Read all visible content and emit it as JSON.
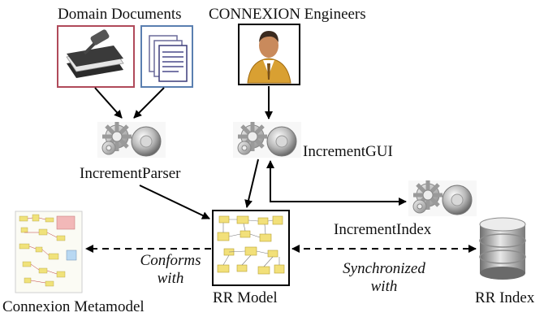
{
  "labels": {
    "domain_documents": "Domain Documents",
    "connexion_engineers": "CONNEXION Engineers",
    "increment_parser": "IncrementParser",
    "increment_gui": "IncrementGUI",
    "increment_index": "IncrementIndex",
    "rr_model": "RR Model",
    "rr_index": "RR Index",
    "connexion_metamodel": "Connexion Metamodel"
  },
  "edges": {
    "conforms": [
      "Conforms",
      "with"
    ],
    "synchronized": [
      "Synchronized",
      "with"
    ]
  },
  "icons": {
    "book": "book-gavel-icon",
    "docs": "documents-icon",
    "engineer": "engineer-icon",
    "gear": "gear-icon",
    "database": "database-icon"
  },
  "colors": {
    "book_frame": "#b04a5a",
    "docs_frame": "#5a7fb0",
    "engineer_shirt": "#d9a032",
    "arrow": "#000000"
  }
}
